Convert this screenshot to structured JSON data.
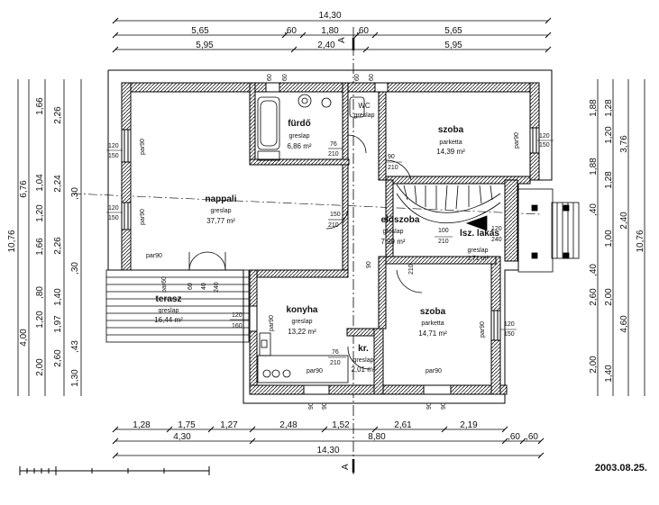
{
  "drawing": {
    "date": "2003.08.25.",
    "section_mark": "A"
  },
  "top_dims": {
    "total": "14,30",
    "row2": [
      "5,65",
      ",60",
      "1,80",
      ",60",
      "5,65"
    ],
    "row3": [
      "5,95",
      "2,40",
      "5,95"
    ]
  },
  "bottom_dims": {
    "row1": [
      "1,28",
      "1,75",
      "1,27",
      "2,48",
      "1,52",
      "2,61",
      "2,19"
    ],
    "row2": [
      "4,30",
      "8,80",
      ",60",
      ",60"
    ],
    "total": "14,30"
  },
  "left_dims": {
    "total": "10,76",
    "col2": [
      "6,76",
      "4,00"
    ],
    "col3": [
      "1,66",
      "1,04",
      "1,20",
      "1,66",
      "1,20",
      ",80",
      "2,00"
    ],
    "col4": [
      "2,26",
      "2,24",
      "2,26",
      "1,40",
      "1,97",
      "2,60",
      "1,30",
      ",43",
      ",30",
      ",30"
    ]
  },
  "right_dims": {
    "total": "10,76",
    "col2": [
      "3,76",
      "2,40",
      "4,60"
    ],
    "col3": [
      "1,28",
      "1,20",
      "1,28",
      "1,00",
      "2,00",
      "1,40"
    ],
    "col4": [
      "1,88",
      "1,88",
      ",40",
      ",40",
      "2,60",
      "2,00"
    ]
  },
  "rooms": [
    {
      "name": "fürdő",
      "floor": "greslap",
      "area": "6,86 m²"
    },
    {
      "name": "WC",
      "floor": "greslap",
      "area": ""
    },
    {
      "name": "szoba",
      "floor": "parketta",
      "area": "14,39 m²"
    },
    {
      "name": "nappali",
      "floor": "greslap",
      "area": "37,77 m²"
    },
    {
      "name": "előszoba",
      "floor": "greslap",
      "area": "7,99 m²"
    },
    {
      "name": "lsz. lakás",
      "floor": "greslap",
      "area": "2,71 m²"
    },
    {
      "name": "terasz",
      "floor": "greslap",
      "area": "16,44 m²"
    },
    {
      "name": "konyha",
      "floor": "greslap",
      "area": "13,22 m²"
    },
    {
      "name": "kr.",
      "floor": "greslap",
      "area": "2,01 m²"
    },
    {
      "name": "szoba",
      "floor": "parketta",
      "area": "14,71 m²"
    }
  ],
  "openings": {
    "w120": "120",
    "w150": "150",
    "w60": "60",
    "w76": "76",
    "w90": "90",
    "w100": "100",
    "w210": "210",
    "w240": "240",
    "par90": "par90",
    "par60": "par60",
    "h160": "160",
    "h40": "40"
  }
}
